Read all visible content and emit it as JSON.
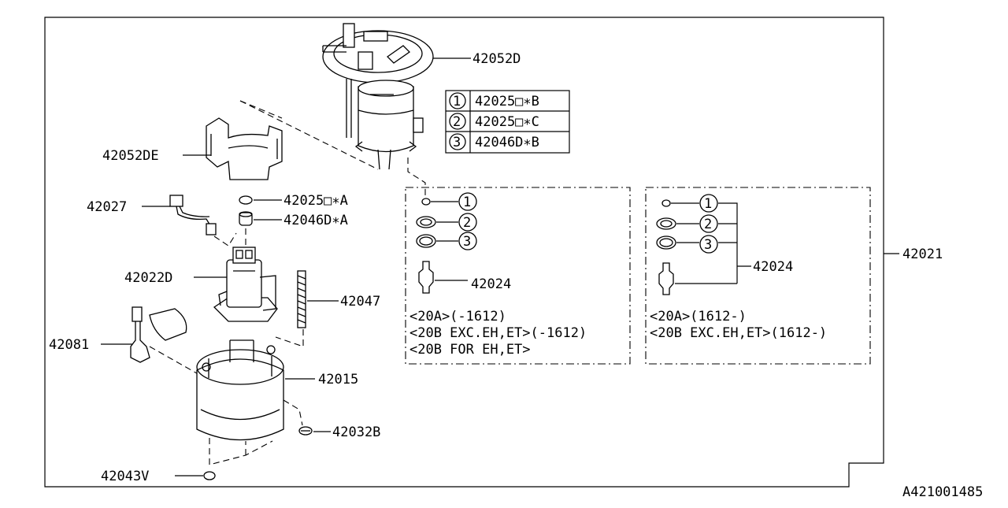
{
  "labels": {
    "p42052D": "42052D",
    "p42052DE": "42052DE",
    "p42027": "42027",
    "p42025A": "42025□∗A",
    "p42046DA": "42046D∗A",
    "p42022D": "42022D",
    "p42047": "42047",
    "p42081": "42081",
    "p42015": "42015",
    "p42032B": "42032B",
    "p42043V": "42043V",
    "p42021": "42021",
    "p42024_left": "42024",
    "p42024_right": "42024"
  },
  "legend": [
    {
      "num": "1",
      "code": "42025□∗B"
    },
    {
      "num": "2",
      "code": "42025□∗C"
    },
    {
      "num": "3",
      "code": "42046D∗B"
    }
  ],
  "left_box": {
    "callouts": [
      "1",
      "2",
      "3"
    ],
    "notes": [
      "<20A>(-1612)",
      "<20B EXC.EH,ET>(-1612)",
      "<20B FOR EH,ET>"
    ]
  },
  "right_box": {
    "callouts": [
      "1",
      "2",
      "3"
    ],
    "notes": [
      "<20A>(1612-)",
      "<20B EXC.EH,ET>(1612-)"
    ]
  },
  "diagram_id": "A421001485"
}
